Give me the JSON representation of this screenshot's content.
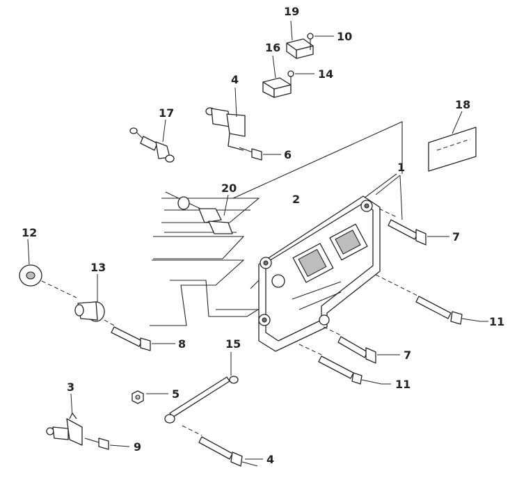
{
  "diagram": {
    "callouts": [
      {
        "id": "c19",
        "label": "19"
      },
      {
        "id": "c10",
        "label": "10"
      },
      {
        "id": "c16",
        "label": "16"
      },
      {
        "id": "c14",
        "label": "14"
      },
      {
        "id": "c4a",
        "label": "4"
      },
      {
        "id": "c17",
        "label": "17"
      },
      {
        "id": "c6",
        "label": "6"
      },
      {
        "id": "c18",
        "label": "18"
      },
      {
        "id": "c1",
        "label": "1"
      },
      {
        "id": "c20",
        "label": "20"
      },
      {
        "id": "c2",
        "label": "2"
      },
      {
        "id": "c12",
        "label": "12"
      },
      {
        "id": "c7a",
        "label": "7"
      },
      {
        "id": "c13",
        "label": "13"
      },
      {
        "id": "c11a",
        "label": "11"
      },
      {
        "id": "c8",
        "label": "8"
      },
      {
        "id": "c15",
        "label": "15"
      },
      {
        "id": "c7b",
        "label": "7"
      },
      {
        "id": "c11b",
        "label": "11"
      },
      {
        "id": "c3",
        "label": "3"
      },
      {
        "id": "c5",
        "label": "5"
      },
      {
        "id": "c9",
        "label": "9"
      },
      {
        "id": "c4b",
        "label": "4"
      }
    ]
  }
}
